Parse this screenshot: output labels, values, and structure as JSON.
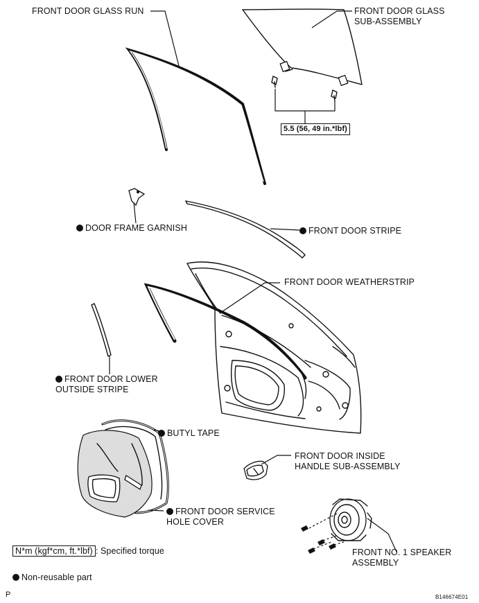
{
  "labels": {
    "glass_run": "FRONT DOOR GLASS RUN",
    "glass_sub": "FRONT DOOR GLASS\nSUB-ASSEMBLY",
    "torque_value": "5.5 (56, 49 in.*lbf)",
    "frame_garnish": "DOOR FRAME GARNISH",
    "stripe": "FRONT DOOR STRIPE",
    "weatherstrip": "FRONT DOOR WEATHERSTRIP",
    "lower_stripe": "FRONT DOOR LOWER\nOUTSIDE STRIPE",
    "butyl_tape": "BUTYL TAPE",
    "inside_handle": "FRONT DOOR INSIDE\nHANDLE SUB-ASSEMBLY",
    "service_hole": "FRONT DOOR SERVICE\nHOLE COVER",
    "speaker": "FRONT NO. 1 SPEAKER\nASSEMBLY"
  },
  "legend": {
    "torque_unit": "N*m (kgf*cm, ft.*lbf)",
    "torque_desc": ": Specified torque",
    "non_reusable": "Non-reusable part"
  },
  "footer": {
    "page_code": "P",
    "figure_id": "B146674E01"
  }
}
